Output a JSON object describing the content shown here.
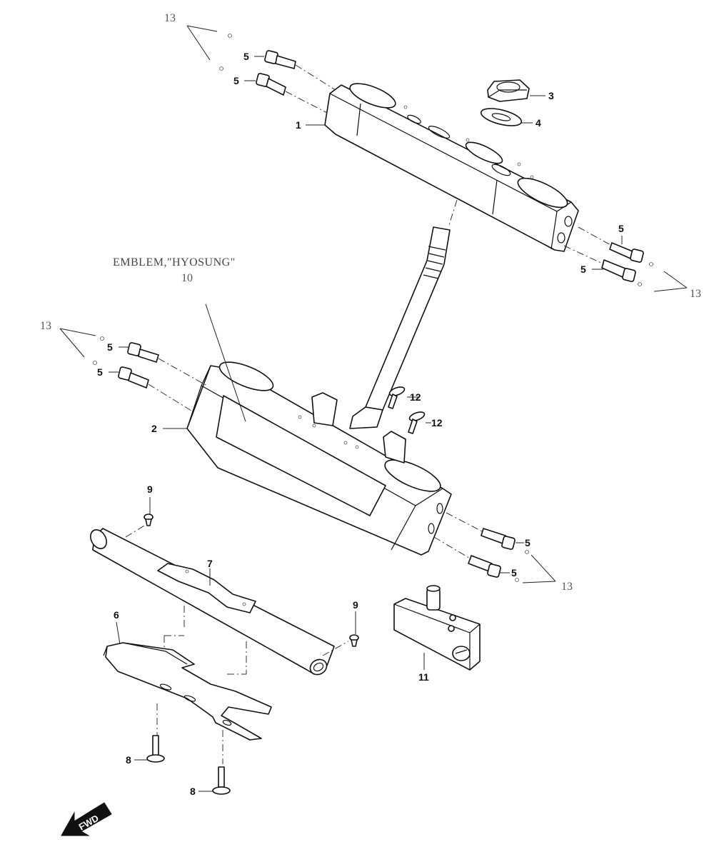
{
  "callouts": {
    "p1": "1",
    "p2": "2",
    "p3": "3",
    "p4": "4",
    "p5": "5",
    "p6": "6",
    "p7": "7",
    "p8": "8",
    "p9": "9",
    "p10": "10",
    "p11": "11",
    "p12": "12",
    "p13": "13"
  },
  "emblem_label": "EMBLEM,\"HYOSUNG\"",
  "direction_arrow": "FWD"
}
